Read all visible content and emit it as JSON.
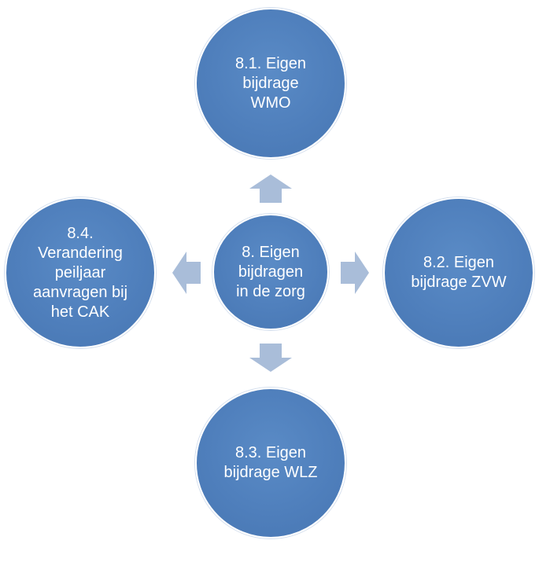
{
  "diagram": {
    "center": {
      "label": "8. Eigen\nbijdragen\nin de zorg"
    },
    "nodes": [
      {
        "id": "top",
        "label": "8.1. Eigen\nbijdrage\nWMO"
      },
      {
        "id": "right",
        "label": "8.2. Eigen\nbijdrage ZVW"
      },
      {
        "id": "bottom",
        "label": "8.3. Eigen\nbijdrage WLZ"
      },
      {
        "id": "left",
        "label": "8.4.\nVerandering\npeiljaar\naanvragen bij\nhet CAK"
      }
    ]
  },
  "colors": {
    "circle_fill": "#4f7fbc",
    "arrow_fill": "#a9bdd9",
    "text": "#ffffff",
    "background": "#ffffff"
  }
}
